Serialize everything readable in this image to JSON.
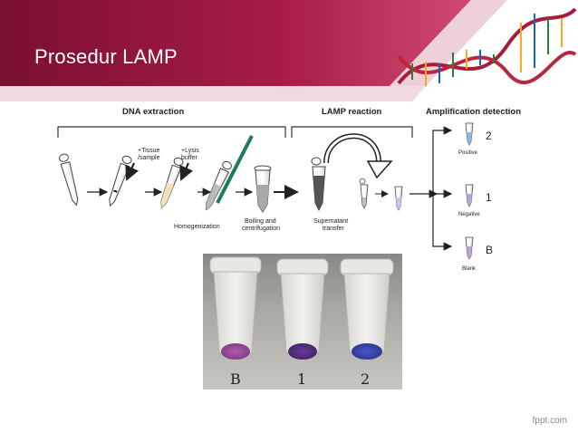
{
  "slide": {
    "title": "Prosedur LAMP",
    "footer": "fppt.com"
  },
  "colors": {
    "banner_dark": "#7a1030",
    "banner_mid": "#b3204e",
    "banner_light": "#f3dfe6",
    "accent": "#cc2255"
  },
  "diagram": {
    "section_dna": "DNA extraction",
    "section_lamp": "LAMP reaction",
    "section_detect": "Amplification detection",
    "label_tissue": "+Tissue",
    "label_sample": "/sample",
    "label_lysis": "+Lysis",
    "label_buffer": "buffer",
    "label_homogenization": "Homogenization",
    "label_boiling": "Boiling and",
    "label_centrifugation": "centrifugation",
    "label_supernatant": "Supernatant",
    "label_transfer": "transfer",
    "result_positive_num": "2",
    "result_positive": "Positive",
    "result_negative_num": "1",
    "result_negative": "Negative",
    "result_blank_num": "B",
    "result_blank": "Blank"
  },
  "photo": {
    "label_b": "B",
    "label_1": "1",
    "label_2": "2"
  }
}
